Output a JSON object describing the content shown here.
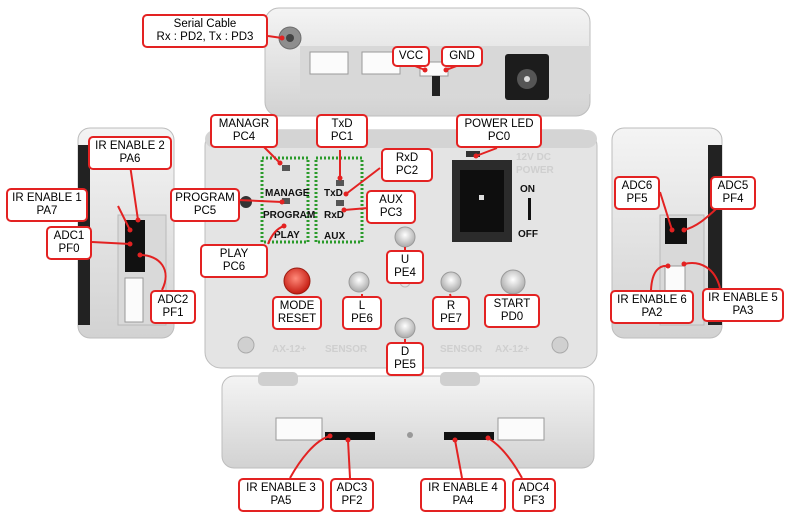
{
  "labels": {
    "serial": {
      "line1": "Serial Cable",
      "line2": "Rx : PD2, Tx : PD3"
    },
    "vcc": "VCC",
    "gnd": "GND",
    "managr": {
      "line1": "MANAGR",
      "line2": "PC4"
    },
    "txd": {
      "line1": "TxD",
      "line2": "PC1"
    },
    "rxd": {
      "line1": "RxD",
      "line2": "PC2"
    },
    "aux": {
      "line1": "AUX",
      "line2": "PC3"
    },
    "power_led": {
      "line1": "POWER LED",
      "line2": "PC0"
    },
    "ir_enable_2": {
      "line1": "IR ENABLE 2",
      "line2": "PA6"
    },
    "ir_enable_1": {
      "line1": "IR ENABLE 1",
      "line2": "PA7"
    },
    "adc1": {
      "line1": "ADC1",
      "line2": "PF0"
    },
    "adc2": {
      "line1": "ADC2",
      "line2": "PF1"
    },
    "program": {
      "line1": "PROGRAM",
      "line2": "PC5"
    },
    "play": {
      "line1": "PLAY",
      "line2": "PC6"
    },
    "mode_reset": {
      "line1": "MODE",
      "line2": "RESET"
    },
    "u": {
      "line1": "U",
      "line2": "PE4"
    },
    "l": {
      "line1": "L",
      "line2": "PE6"
    },
    "r": {
      "line1": "R",
      "line2": "PE7"
    },
    "d": {
      "line1": "D",
      "line2": "PE5"
    },
    "start": {
      "line1": "START",
      "line2": "PD0"
    },
    "adc6": {
      "line1": "ADC6",
      "line2": "PF5"
    },
    "adc5": {
      "line1": "ADC5",
      "line2": "PF4"
    },
    "ir_enable_6": {
      "line1": "IR ENABLE 6",
      "line2": "PA2"
    },
    "ir_enable_5": {
      "line1": "IR ENABLE 5",
      "line2": "PA3"
    },
    "ir_enable_3": {
      "line1": "IR ENABLE 3",
      "line2": "PA5"
    },
    "adc3": {
      "line1": "ADC3",
      "line2": "PF2"
    },
    "ir_enable_4": {
      "line1": "IR ENABLE 4",
      "line2": "PA4"
    },
    "adc4": {
      "line1": "ADC4",
      "line2": "PF3"
    }
  },
  "panel": {
    "manage": "MANAGE",
    "program": "PROGRAM",
    "play": "PLAY",
    "txd": "TxD",
    "rxd": "RxD",
    "aux": "AUX",
    "on": "ON",
    "off": "OFF",
    "power_rating": "12V DC",
    "power": "POWER",
    "sensor": "SENSOR",
    "model": "AX-12+"
  },
  "colors": {
    "callout_border": "#e32222",
    "led_box": "#2a9a2a",
    "body": "#e6e6e6"
  }
}
